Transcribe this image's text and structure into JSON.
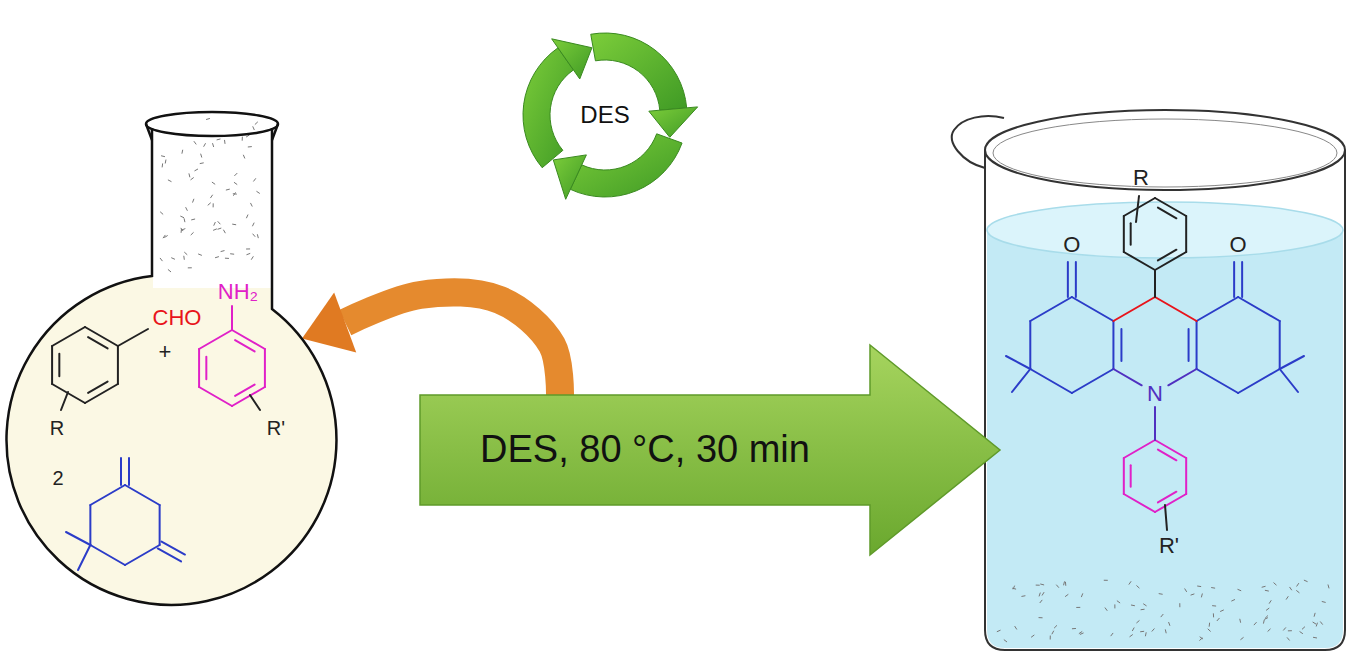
{
  "diagram": {
    "nodes": [
      {
        "text": [
          "CHO",
          "+",
          "NH₂",
          "R",
          "R'",
          "2"
        ]
      },
      {
        "text": [
          "DES"
        ]
      },
      {
        "text": [
          "DES, 80 °C, 30 min"
        ]
      },
      {
        "text": [
          "R",
          "O",
          "O",
          "N",
          "R'"
        ]
      }
    ],
    "edges": [
      {
        "from": 2,
        "to": 0,
        "arrow": "to"
      }
    ]
  }
}
